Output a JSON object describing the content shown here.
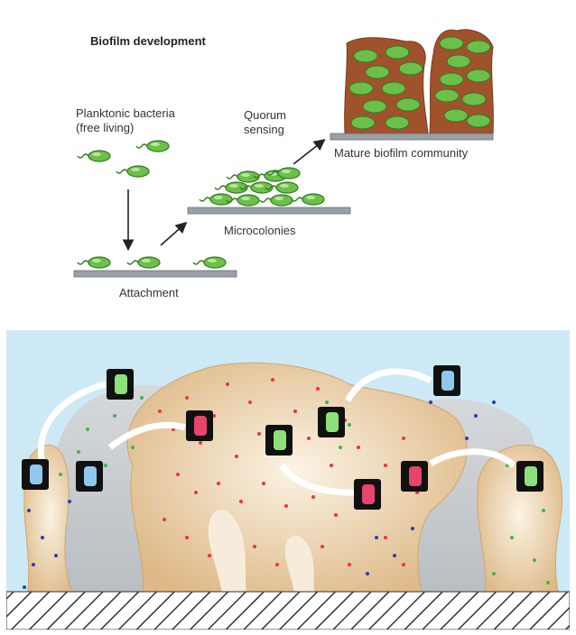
{
  "title": "Biofilm development",
  "labels": {
    "planktonic_line1": "Planktonic bacteria",
    "planktonic_line2": "(free living)",
    "quorum_line1": "Quorum",
    "quorum_line2": "sensing",
    "mature": "Mature biofilm community",
    "microcolonies": "Microcolonies",
    "attachment": "Attachment"
  },
  "colors": {
    "bacterium_fill": "#6cc04a",
    "biofilm_matrix": "#a0522d",
    "surface": "#9aa0a6",
    "water": "#cde9f5",
    "matrix_tan": "#e8c896",
    "ghost_matrix": "#c9ccd0",
    "signal_red": "#e8334a",
    "signal_green": "#3cb84a",
    "signal_blue": "#2a3fb0",
    "cell_red": "#e8456a",
    "cell_green": "#8ee07a",
    "cell_blue": "#8ec8ec"
  },
  "icons": [
    "bacterium-icon",
    "arrow-icon",
    "signaling-cell-icon",
    "curved-arrow-icon"
  ]
}
